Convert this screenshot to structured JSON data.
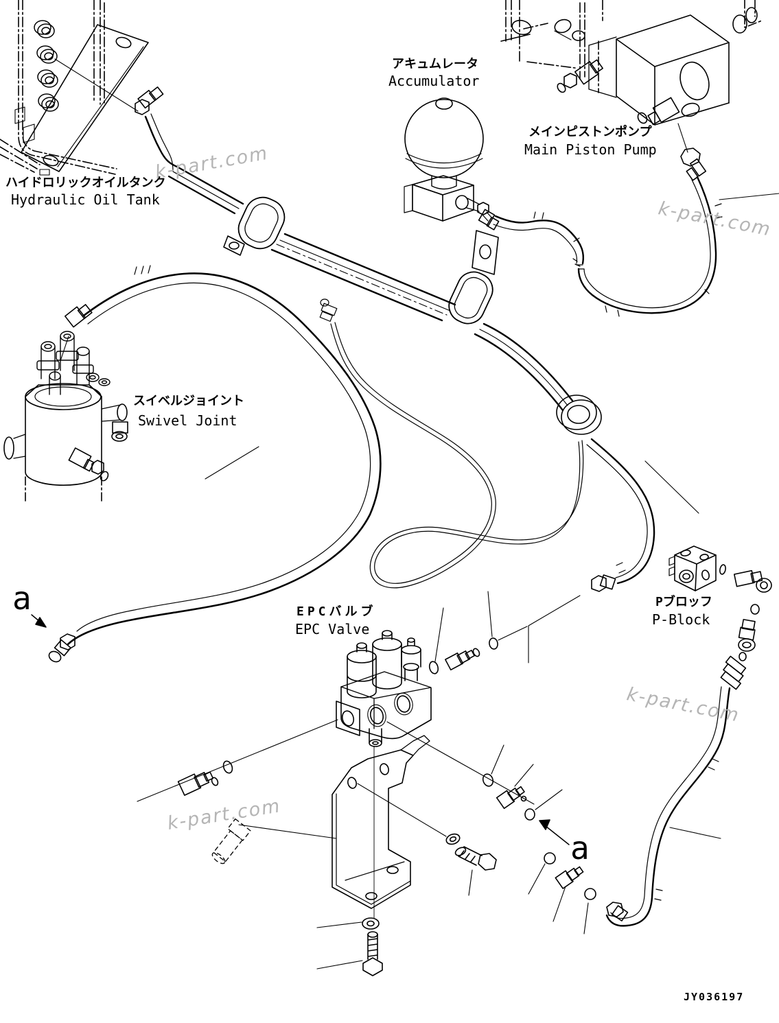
{
  "labels": {
    "hydraulic_oil_tank": {
      "ja": "ハイドロリックオイルタンク",
      "en": "Hydraulic Oil Tank"
    },
    "accumulator": {
      "ja": "アキュムレータ",
      "en": "Accumulator"
    },
    "main_piston_pump": {
      "ja": "メインピストンポンプ",
      "en": "Main Piston Pump"
    },
    "swivel_joint": {
      "ja": "スイベルジョイント",
      "en": "Swivel Joint"
    },
    "epc_valve": {
      "ja": "EPCバルブ",
      "en": "EPC Valve"
    },
    "p_block": {
      "ja": "Pブロッフ",
      "en": "P-Block"
    }
  },
  "view_markers": {
    "left": "a",
    "right": "a"
  },
  "drawing_number": "JY036197",
  "watermark": {
    "text": "k-part.com",
    "color": "#b5b5b5"
  },
  "colors": {
    "line": "#000000",
    "background": "#ffffff"
  }
}
